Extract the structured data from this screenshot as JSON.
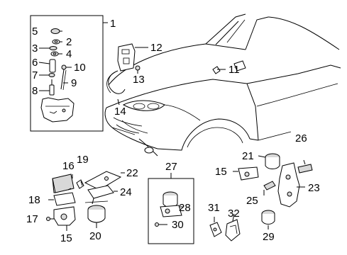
{
  "callouts": [
    "1",
    "2",
    "3",
    "4",
    "5",
    "6",
    "7",
    "8",
    "9",
    "10",
    "11",
    "12",
    "13",
    "14",
    "15",
    "15",
    "16",
    "17",
    "18",
    "19",
    "20",
    "21",
    "22",
    "23",
    "24",
    "25",
    "26",
    "27",
    "28",
    "29",
    "30",
    "31",
    "32"
  ]
}
